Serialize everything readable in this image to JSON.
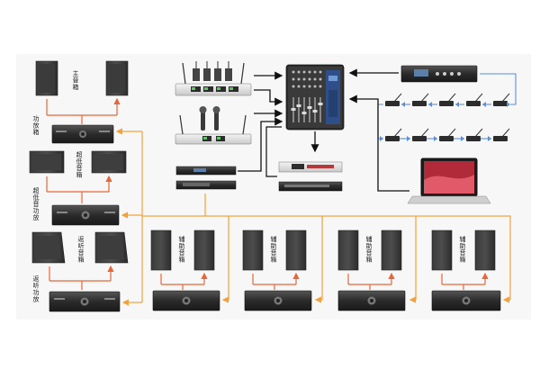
{
  "labels": {
    "main_speaker": "主音箱",
    "main_amp": "功放箱",
    "sub_speaker": "超低音箱",
    "sub_amp": "超低音功放",
    "monitor_speaker": "返听音箱",
    "monitor_amp": "返听功放",
    "fill_speaker_1": "辅助音箱",
    "fill_speaker_2": "辅助音箱",
    "fill_speaker_3": "辅助音箱",
    "fill_speaker_4": "辅助音箱"
  },
  "colors": {
    "speaker_line": "#e8663a",
    "bus_line": "#f2a23c",
    "signal_line": "#111111",
    "network_line": "#5b8fd9",
    "device_dark": "#2e2e2e",
    "device_light": "#e6e6e6",
    "panel_bg": "#f7f7f7"
  }
}
